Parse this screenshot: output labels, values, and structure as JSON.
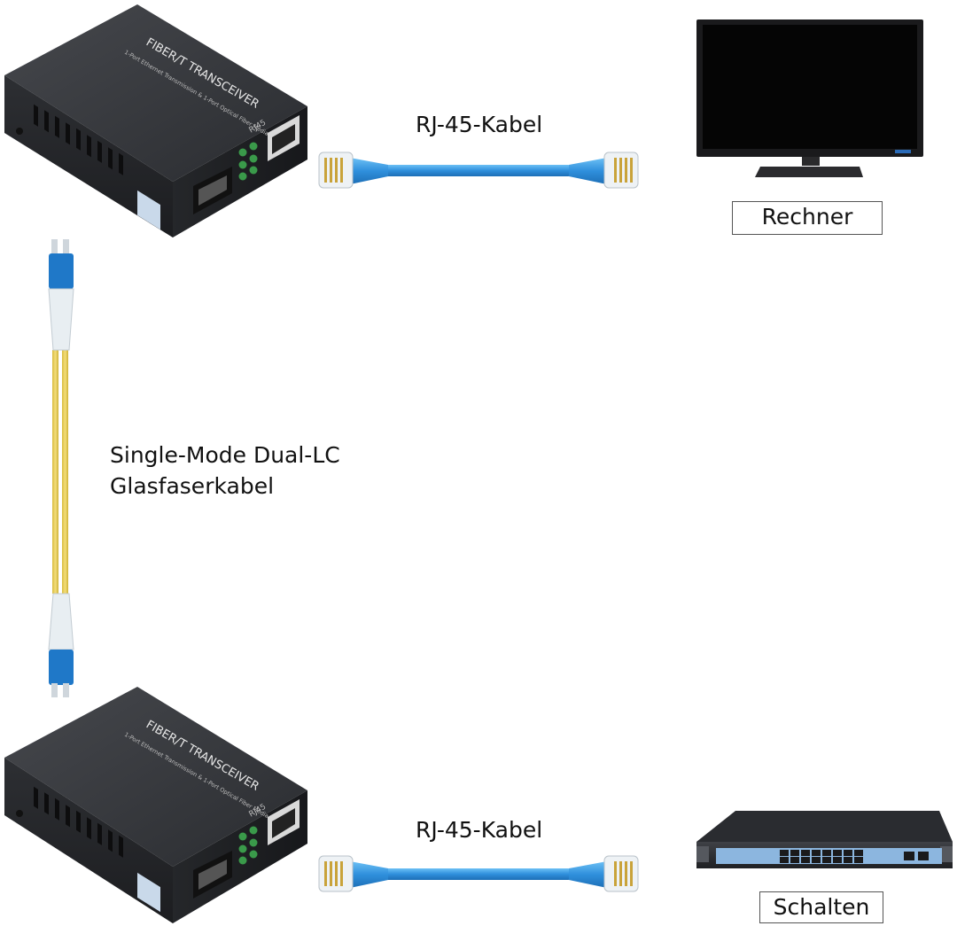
{
  "labels": {
    "rj45_top": "RJ-45-Kabel",
    "rj45_bottom": "RJ-45-Kabel",
    "fiber_line1": "Single-Mode Dual-LC",
    "fiber_line2": "Glasfaserkabel",
    "computer": "Rechner",
    "switch": "Schalten"
  },
  "device_text": {
    "brand": "FIBER/T TRANSCEIVER",
    "subtitle": "1-Port Ethernet Transmission & 1-Port Optical Fiber Media",
    "port_label": "RJ45"
  },
  "colors": {
    "device_body": "#2b2d30",
    "device_top": "#3a3c40",
    "cable_blue": "#2f8fdc",
    "connector_blue": "#1f78c8",
    "fiber_yellow": "#e8cf5a",
    "led_green": "#3a9a4a"
  }
}
